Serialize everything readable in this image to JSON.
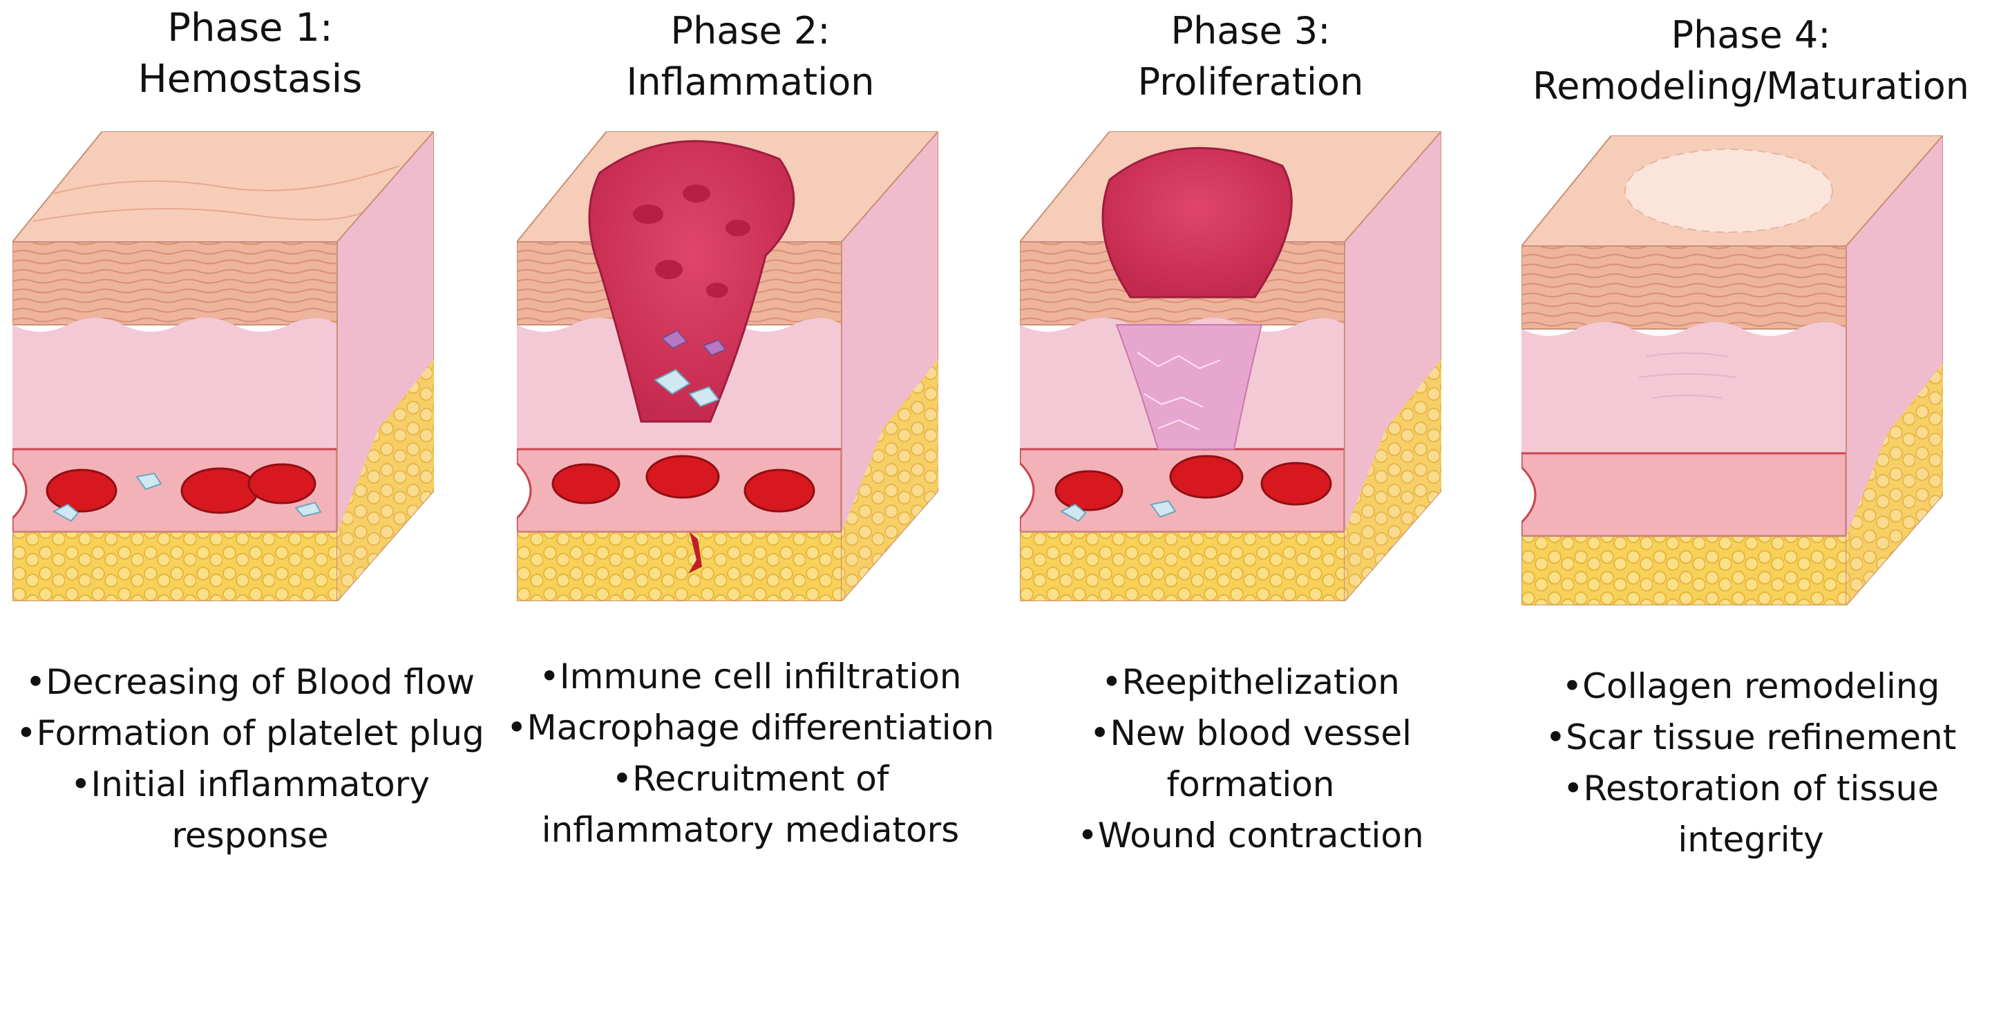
{
  "colors": {
    "skin_top": "#f6cdb8",
    "epidermis": "#eeb49c",
    "dermis": "#f3c9d6",
    "fat": "#f7d15a",
    "vessel": "#f3b2b8",
    "rbc": "#d7181f",
    "clot": "#d93a5c",
    "white_cell": "#cfe8f2",
    "granulation": "#e7a6cf"
  },
  "phases": [
    {
      "title_line1": "Phase 1:",
      "title_line2": "Hemostasis",
      "bullets": [
        "•Decreasing of Blood flow",
        "•Formation of platelet plug",
        "•Initial inflammatory response"
      ]
    },
    {
      "title_line1": "Phase 2:",
      "title_line2": "Inflammation",
      "bullets": [
        "•Immune cell infiltration",
        "•Macrophage differentiation",
        "•Recruitment of inflammatory mediators"
      ]
    },
    {
      "title_line1": "Phase 3:",
      "title_line2": "Proliferation",
      "bullets": [
        "•Reepithelization",
        "•New blood vessel formation",
        "•Wound contraction"
      ]
    },
    {
      "title_line1": "Phase 4:",
      "title_line2": "Remodeling/Maturation",
      "bullets": [
        "•Collagen remodeling",
        "•Scar tissue refinement",
        "•Restoration of tissue integrity"
      ]
    }
  ]
}
